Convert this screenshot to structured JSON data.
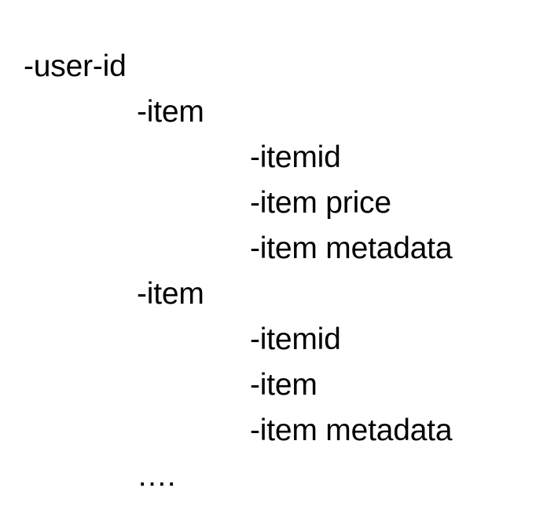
{
  "document": {
    "lines": [
      "-user-id",
      "-item",
      "-itemid",
      "-item price",
      "-item metadata",
      "-item",
      "-itemid",
      "-item",
      "-item metadata",
      "…."
    ]
  }
}
